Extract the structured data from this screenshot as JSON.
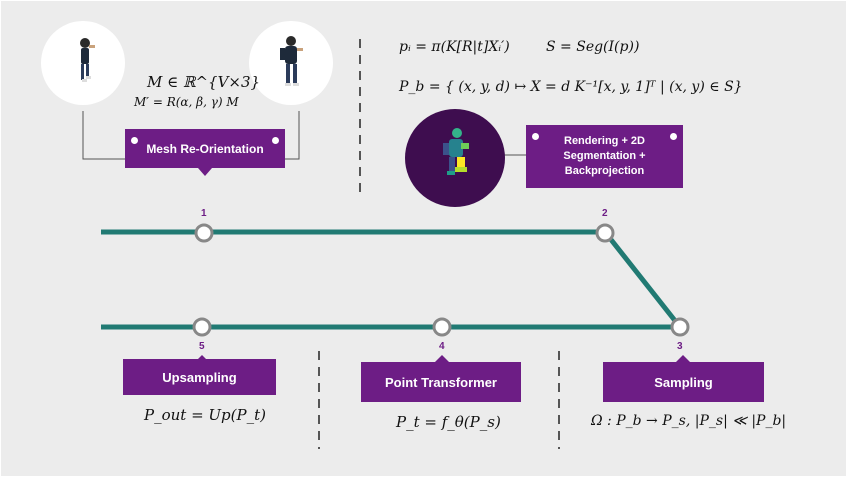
{
  "steps": [
    {
      "num": "1",
      "label": "Mesh Re-Orientation"
    },
    {
      "num": "2",
      "label": "Rendering + 2D\nSegmentation +\nBackprojection"
    },
    {
      "num": "3",
      "label": "Sampling"
    },
    {
      "num": "4",
      "label": "Point Transformer"
    },
    {
      "num": "5",
      "label": "Upsampling"
    }
  ],
  "equations": {
    "mesh_1": "M ∈ ℝ^{V×3}",
    "mesh_2": "M′ = R(α, β, γ) M",
    "proj": "pᵢ = π(K[R|t]Xᵢ′)",
    "seg": "S = Seg(I(p))",
    "backproj": "P_b = { (x, y, d) ↦ X = d K⁻¹[x, y, 1]ᵀ | (x, y) ∈ S}",
    "sampling": "Ω : P_b → P_s,    |P_s| ≪ |P_b|",
    "transformer": "P_t = f_θ(P_s)",
    "upsampling": "P_out = Up(P_t)"
  },
  "colors": {
    "accent_purple": "#6d1d85",
    "track_teal": "#217a73",
    "background": "#ececec"
  }
}
